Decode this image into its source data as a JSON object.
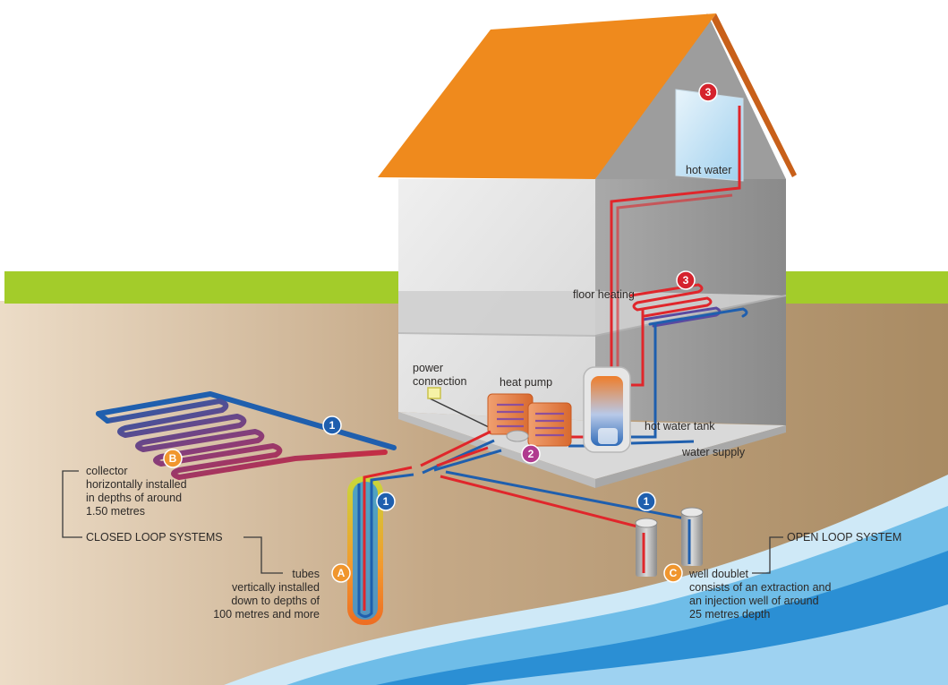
{
  "labels": {
    "hot_water": "hot water",
    "floor_heating": "floor heating",
    "power_connection_1": "power",
    "power_connection_2": "connection",
    "heat_pump": "heat pump",
    "hot_water_tank": "hot water tank",
    "water_supply": "water supply",
    "collector_1": "collector",
    "collector_2": "horizontally installed",
    "collector_3": "in depths of around",
    "collector_4": "1.50 metres",
    "closed_loop": "CLOSED LOOP SYSTEMS",
    "tubes_1": "tubes",
    "tubes_2": "vertically installed",
    "tubes_3": "down to depths of",
    "tubes_4": "100 metres and more",
    "open_loop": "OPEN LOOP SYSTEM",
    "well_1": "well doublet",
    "well_2": "consists of an extraction and",
    "well_3": "an injection well of around",
    "well_4": "25 metres depth"
  },
  "badges": {
    "one": "1",
    "two": "2",
    "three": "3",
    "a": "A",
    "b": "B",
    "c": "C"
  },
  "colors": {
    "roof": "#ef8a1d",
    "grass": "#a3cc2a",
    "soil": "#c7ad8c",
    "water": "#4aa9e0",
    "hot_pipe": "#e0262b",
    "cold_pipe": "#1f5fae",
    "badge_blue": "#1f5fae",
    "badge_red": "#d5232d",
    "badge_purple": "#b03b8f",
    "badge_orange": "#f0962e"
  }
}
